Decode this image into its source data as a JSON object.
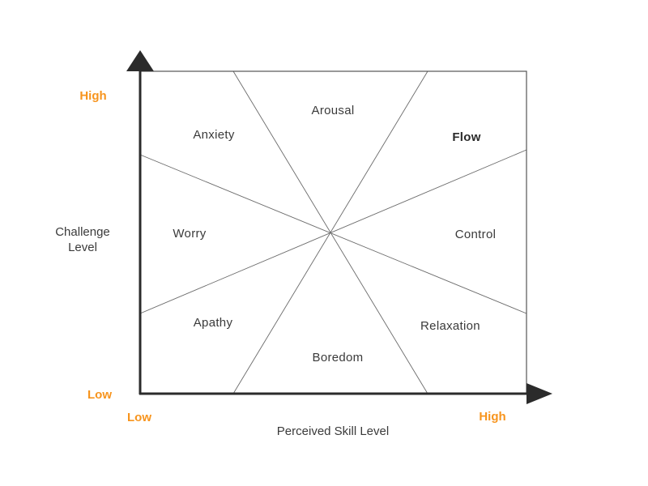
{
  "zones": {
    "arousal": "Arousal",
    "anxiety": "Anxiety",
    "flow": "Flow",
    "worry": "Worry",
    "control": "Control",
    "apathy": "Apathy",
    "relaxation": "Relaxation",
    "boredom": "Boredom"
  },
  "axes": {
    "y_title_line1": "Challenge",
    "y_title_line2": "Level",
    "y_high": "High",
    "y_low": "Low",
    "x_title": "Perceived Skill Level",
    "x_low": "Low",
    "x_high": "High"
  },
  "colors": {
    "level_labels": "#f7941d"
  }
}
